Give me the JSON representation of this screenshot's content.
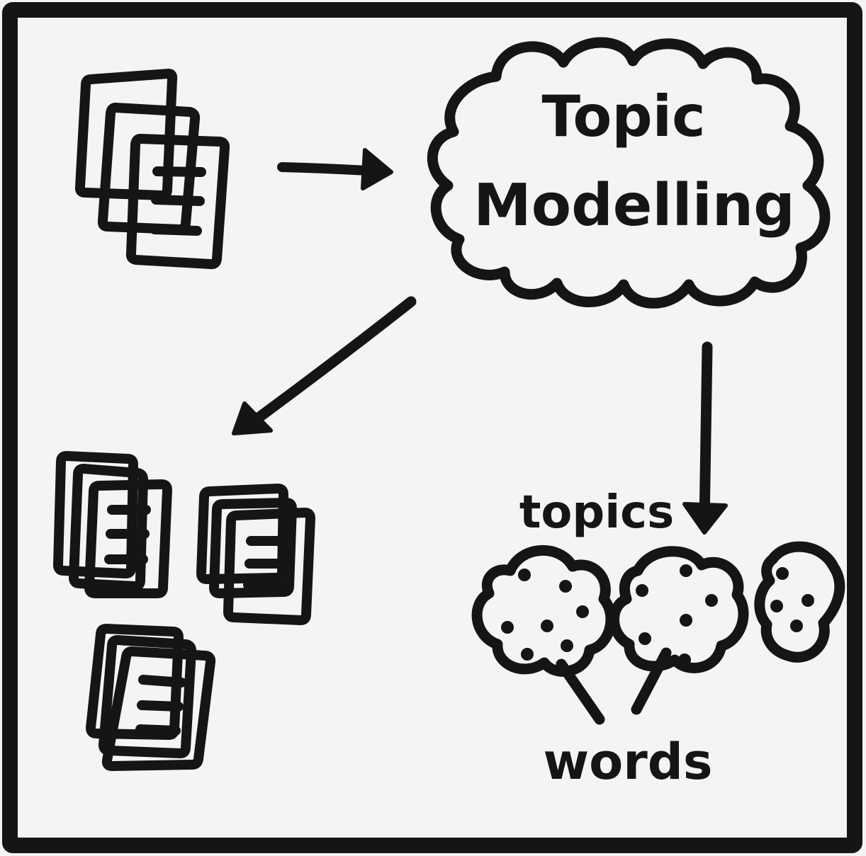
{
  "cloud": {
    "line1": "Topic",
    "line2": "Modelling"
  },
  "labels": {
    "topics": "topics",
    "words": "words"
  },
  "colors": {
    "ink": "#151515",
    "paper": "#f4f4f2",
    "sheet": "#fdfdfb"
  }
}
